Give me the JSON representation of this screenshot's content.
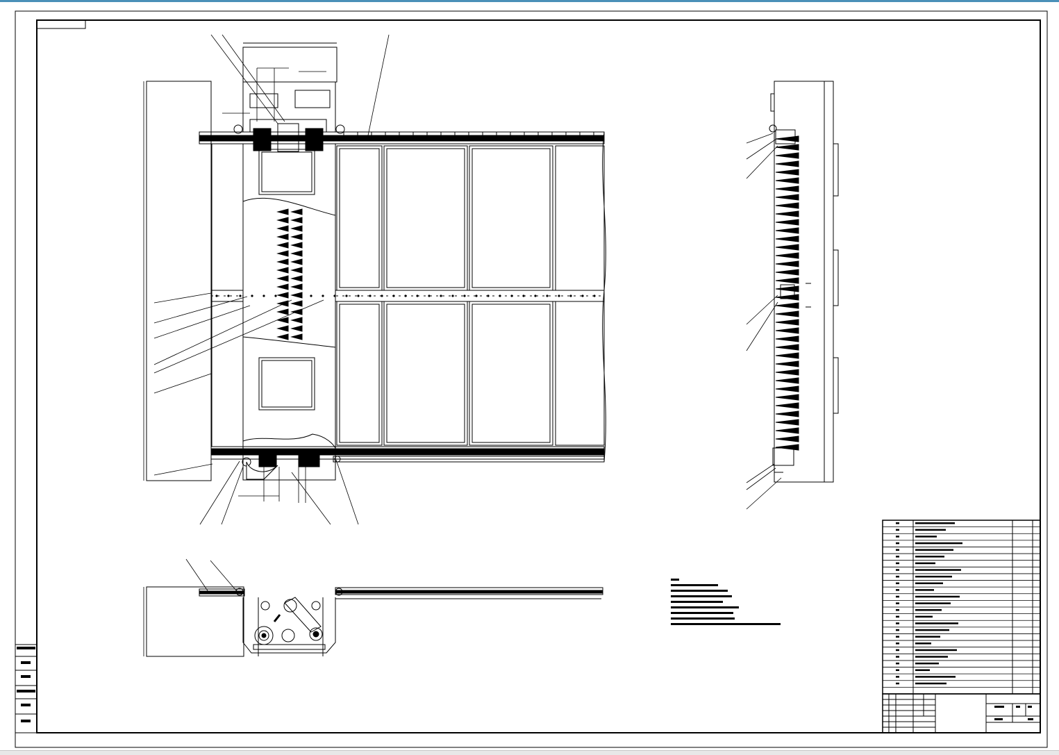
{
  "drawing": {
    "title_block": {
      "main_box_text": "",
      "scale_text": "1:2"
    },
    "side_stamp": {
      "rows": [
        "",
        "",
        "",
        "",
        "",
        ""
      ]
    },
    "notes": {
      "heading": "技术要求"
    },
    "bom": {
      "row_count": 26
    },
    "colors": {
      "line": "#000000",
      "frame_accent": "#4a90b8"
    }
  }
}
